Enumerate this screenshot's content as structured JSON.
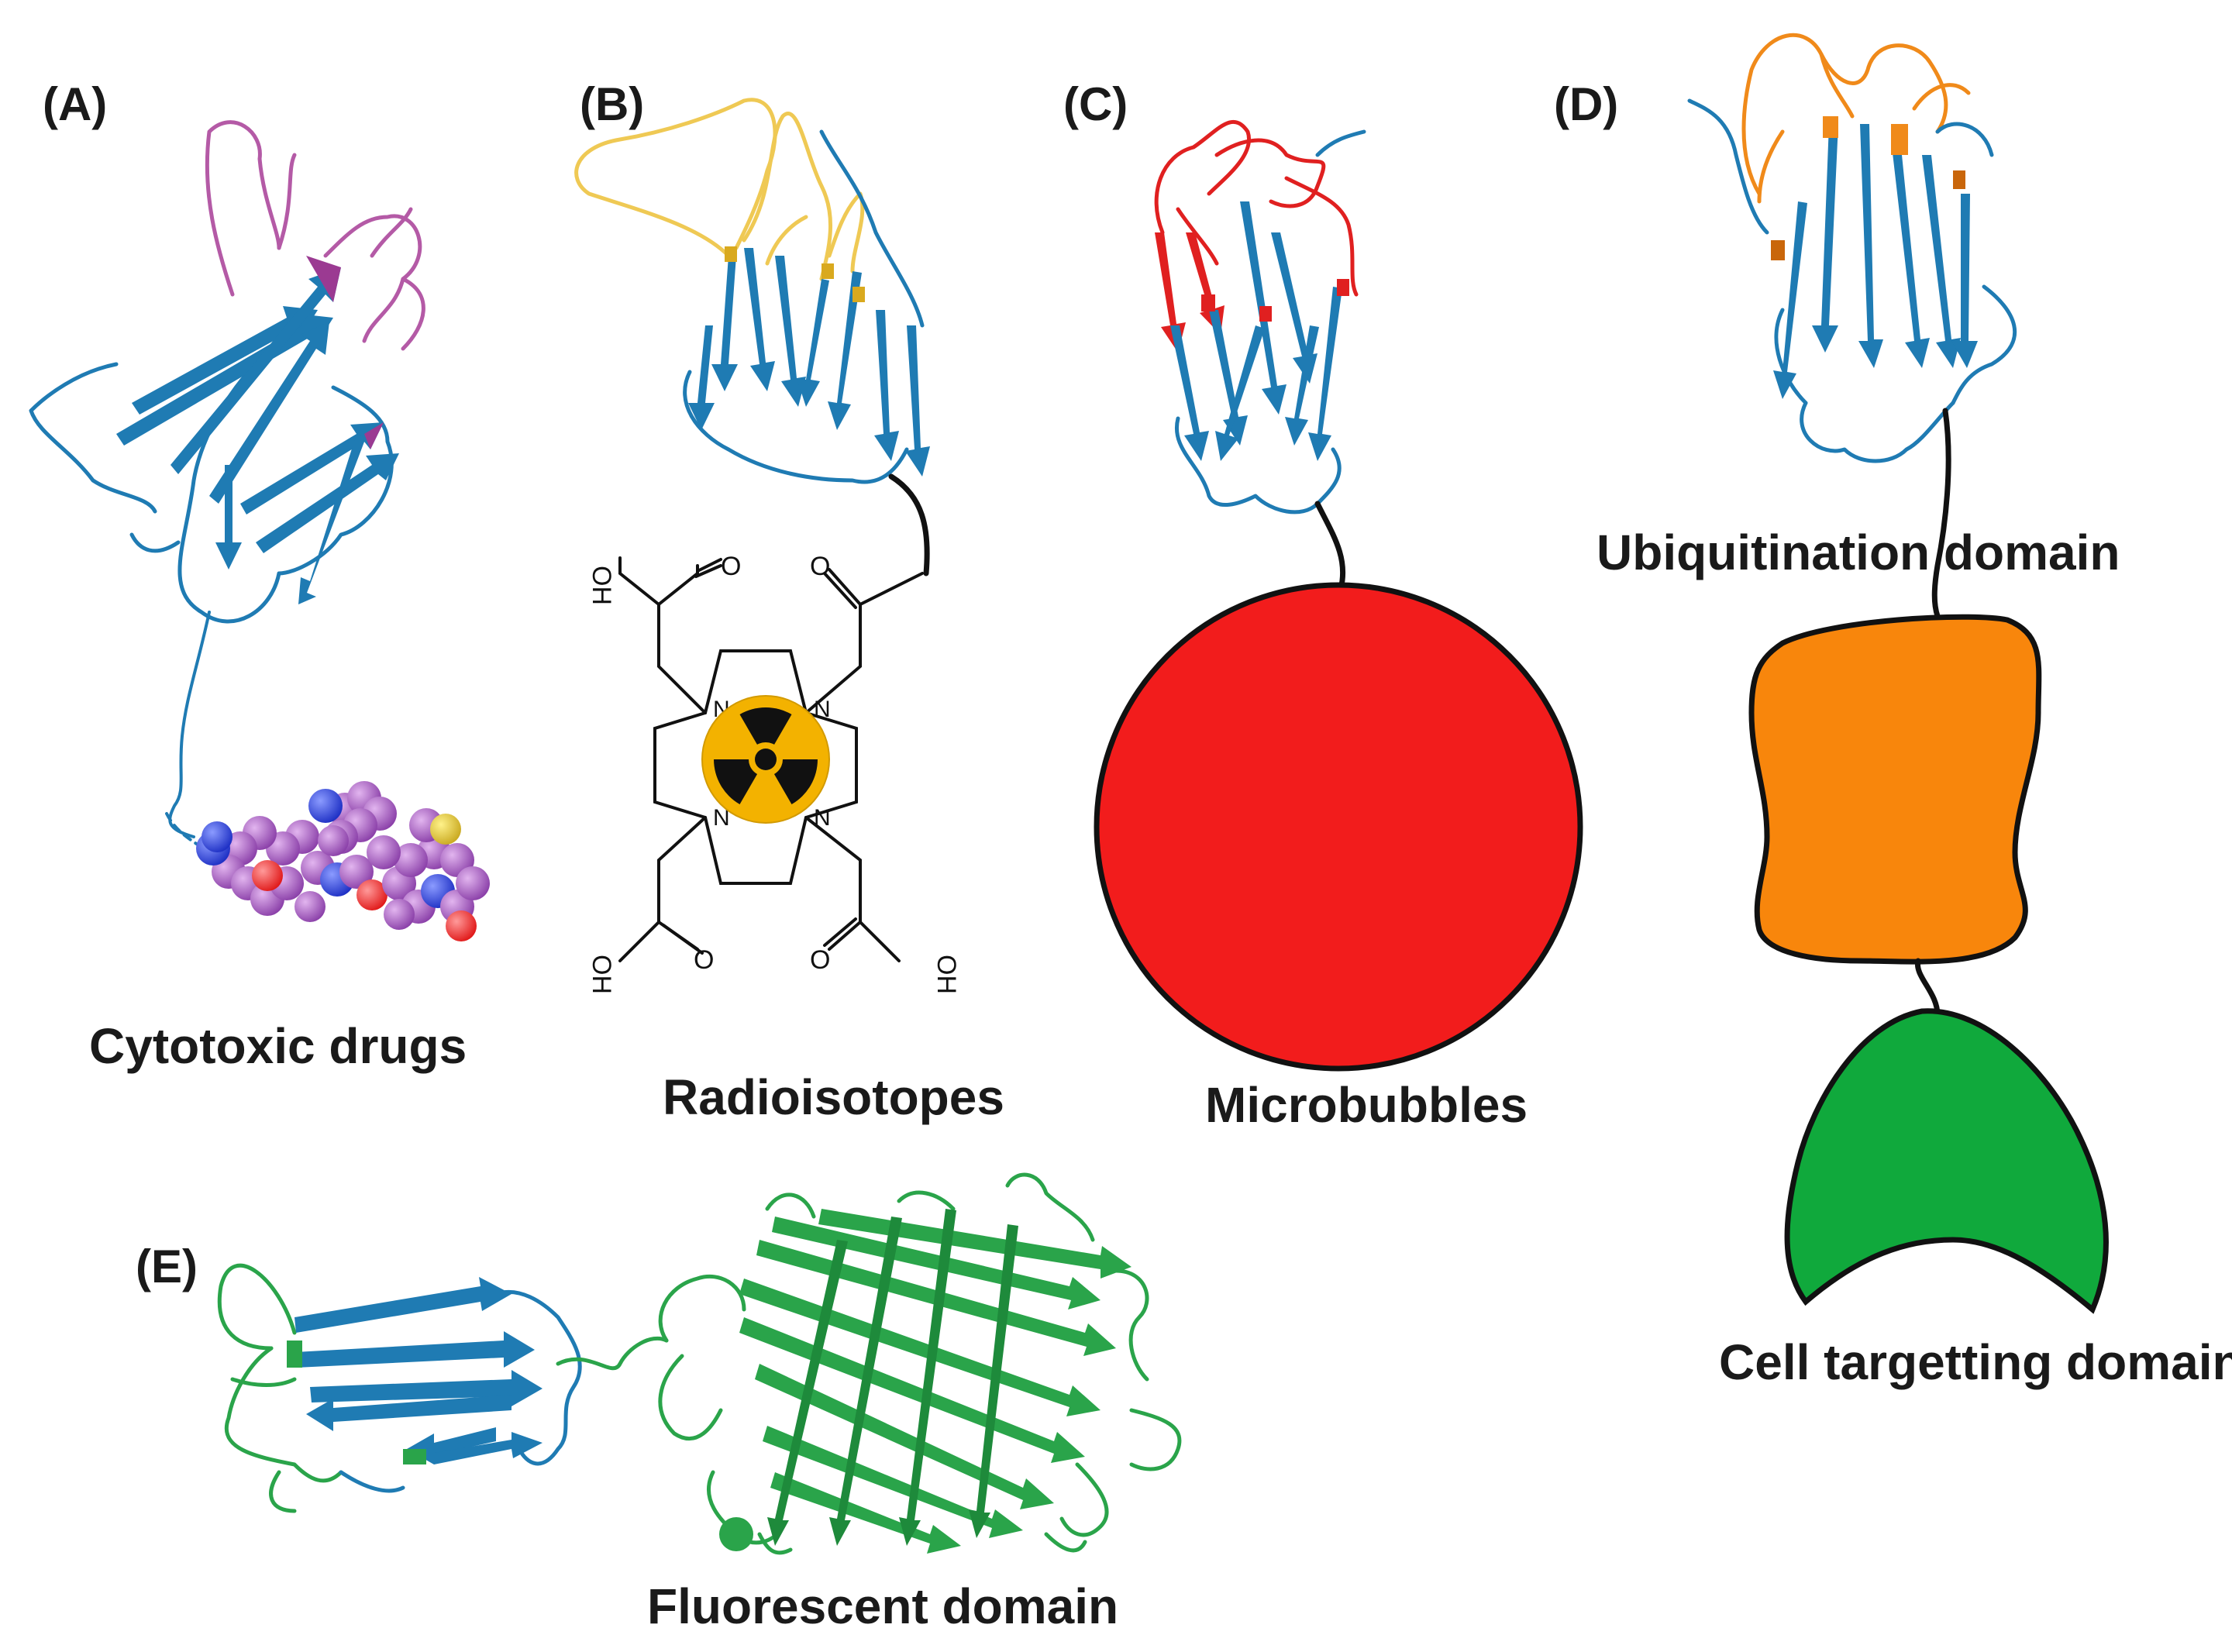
{
  "panels": {
    "a": {
      "label": "(A)",
      "caption": "Cytotoxic drugs"
    },
    "b": {
      "label": "(B)",
      "caption": "Radioisotopes",
      "chem_atoms": {
        "n": "N",
        "oh": "OH",
        "o": "O"
      }
    },
    "c": {
      "label": "(C)",
      "caption": "Microbubbles"
    },
    "d": {
      "label": "(D)",
      "caption_upper": "Ubiquitination domain",
      "caption_lower": "Cell targetting domain"
    },
    "e": {
      "label": "(E)",
      "caption": "Fluorescent domain"
    }
  },
  "icons": [
    "protein-ribbon-icon",
    "drug-molecule-icon",
    "dota-chelator-icon",
    "radiation-trefoil-icon",
    "microbubble-icon",
    "ubiquitination-domain-icon",
    "cell-targeting-domain-icon",
    "gfp-barrel-icon"
  ],
  "colors": {
    "nanobody_blue": "#1f7bb3",
    "panel_a_loops": "#b45aa6",
    "panel_b_loops": "#efc954",
    "panel_c_loops": "#e02020",
    "panel_d_loops": "#f08a1a",
    "gfp_green": "#2aa44a",
    "microbubble_red": "#f21c1c",
    "ubiquitination_orange": "#f8860c",
    "targeting_green": "#10a93c",
    "atom_purple": "#a45bbf",
    "atom_blue": "#2a3ee0",
    "atom_red": "#ff3030",
    "atom_yellow": "#d9c23a",
    "trefoil_yellow": "#f3b200"
  }
}
